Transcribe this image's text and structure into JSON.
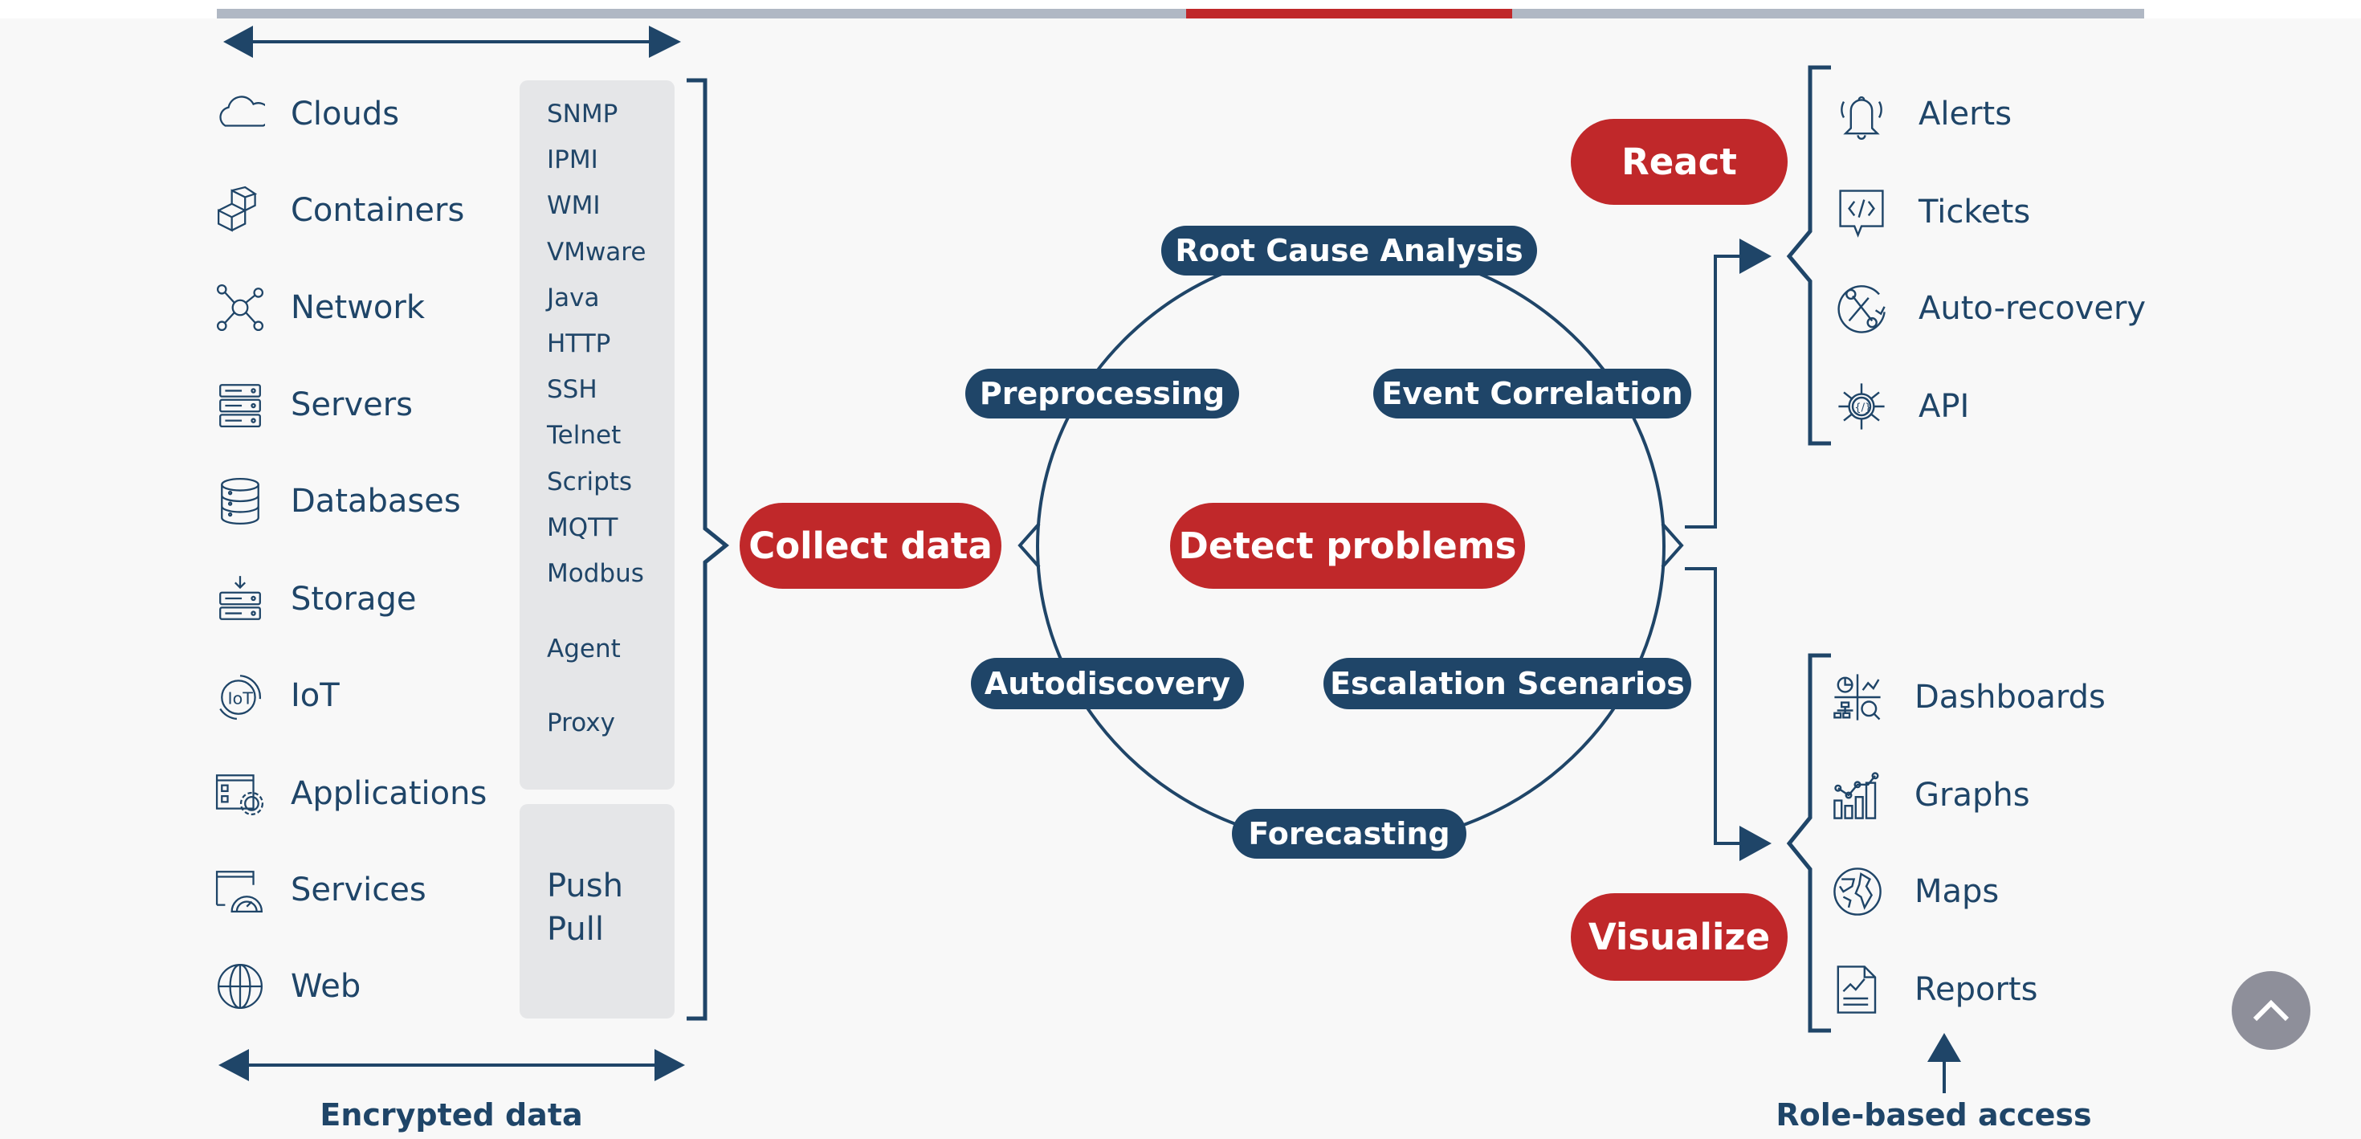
{
  "progress_bar": {
    "segment_start_fraction": 0.503,
    "segment_end_fraction": 0.672,
    "track_color": "#b0b8c4",
    "fill_color": "#c0282a"
  },
  "colors": {
    "primary": "#1f4568",
    "accent": "#c0282a",
    "panel": "#e5e6e8",
    "background": "#f8f8f8"
  },
  "sources": [
    {
      "label": "Clouds",
      "icon": "cloud-icon"
    },
    {
      "label": "Containers",
      "icon": "containers-icon"
    },
    {
      "label": "Network",
      "icon": "network-icon"
    },
    {
      "label": "Servers",
      "icon": "servers-icon"
    },
    {
      "label": "Databases",
      "icon": "database-icon"
    },
    {
      "label": "Storage",
      "icon": "storage-icon"
    },
    {
      "label": "IoT",
      "icon": "iot-icon"
    },
    {
      "label": "Applications",
      "icon": "applications-icon"
    },
    {
      "label": "Services",
      "icon": "services-icon"
    },
    {
      "label": "Web",
      "icon": "globe-icon"
    }
  ],
  "protocols": [
    "SNMP",
    "IPMI",
    "WMI",
    "VMware",
    "Java",
    "HTTP",
    "SSH",
    "Telnet",
    "Scripts",
    "MQTT",
    "Modbus",
    "Agent",
    "Proxy"
  ],
  "push_pull": {
    "push": "Push",
    "pull": "Pull"
  },
  "captions": {
    "encrypted": "Encrypted data",
    "role_based": "Role-based access"
  },
  "stages": {
    "collect": "Collect data",
    "detect": "Detect problems",
    "react": "React",
    "visualize": "Visualize"
  },
  "cycle_steps": {
    "root_cause": "Root Cause Analysis",
    "preprocessing": "Preprocessing",
    "event_correlation": "Event Correlation",
    "autodiscovery": "Autodiscovery",
    "escalation": "Escalation Scenarios",
    "forecasting": "Forecasting"
  },
  "react_outputs": [
    {
      "label": "Alerts",
      "icon": "bell-icon"
    },
    {
      "label": "Tickets",
      "icon": "ticket-code-icon"
    },
    {
      "label": "Auto-recovery",
      "icon": "tools-recovery-icon"
    },
    {
      "label": "API",
      "icon": "api-icon"
    }
  ],
  "visualize_outputs": [
    {
      "label": "Dashboards",
      "icon": "dashboard-icon"
    },
    {
      "label": "Graphs",
      "icon": "graph-icon"
    },
    {
      "label": "Maps",
      "icon": "world-map-icon"
    },
    {
      "label": "Reports",
      "icon": "report-icon"
    }
  ],
  "scroll_top": {
    "icon": "chevron-up-icon"
  }
}
